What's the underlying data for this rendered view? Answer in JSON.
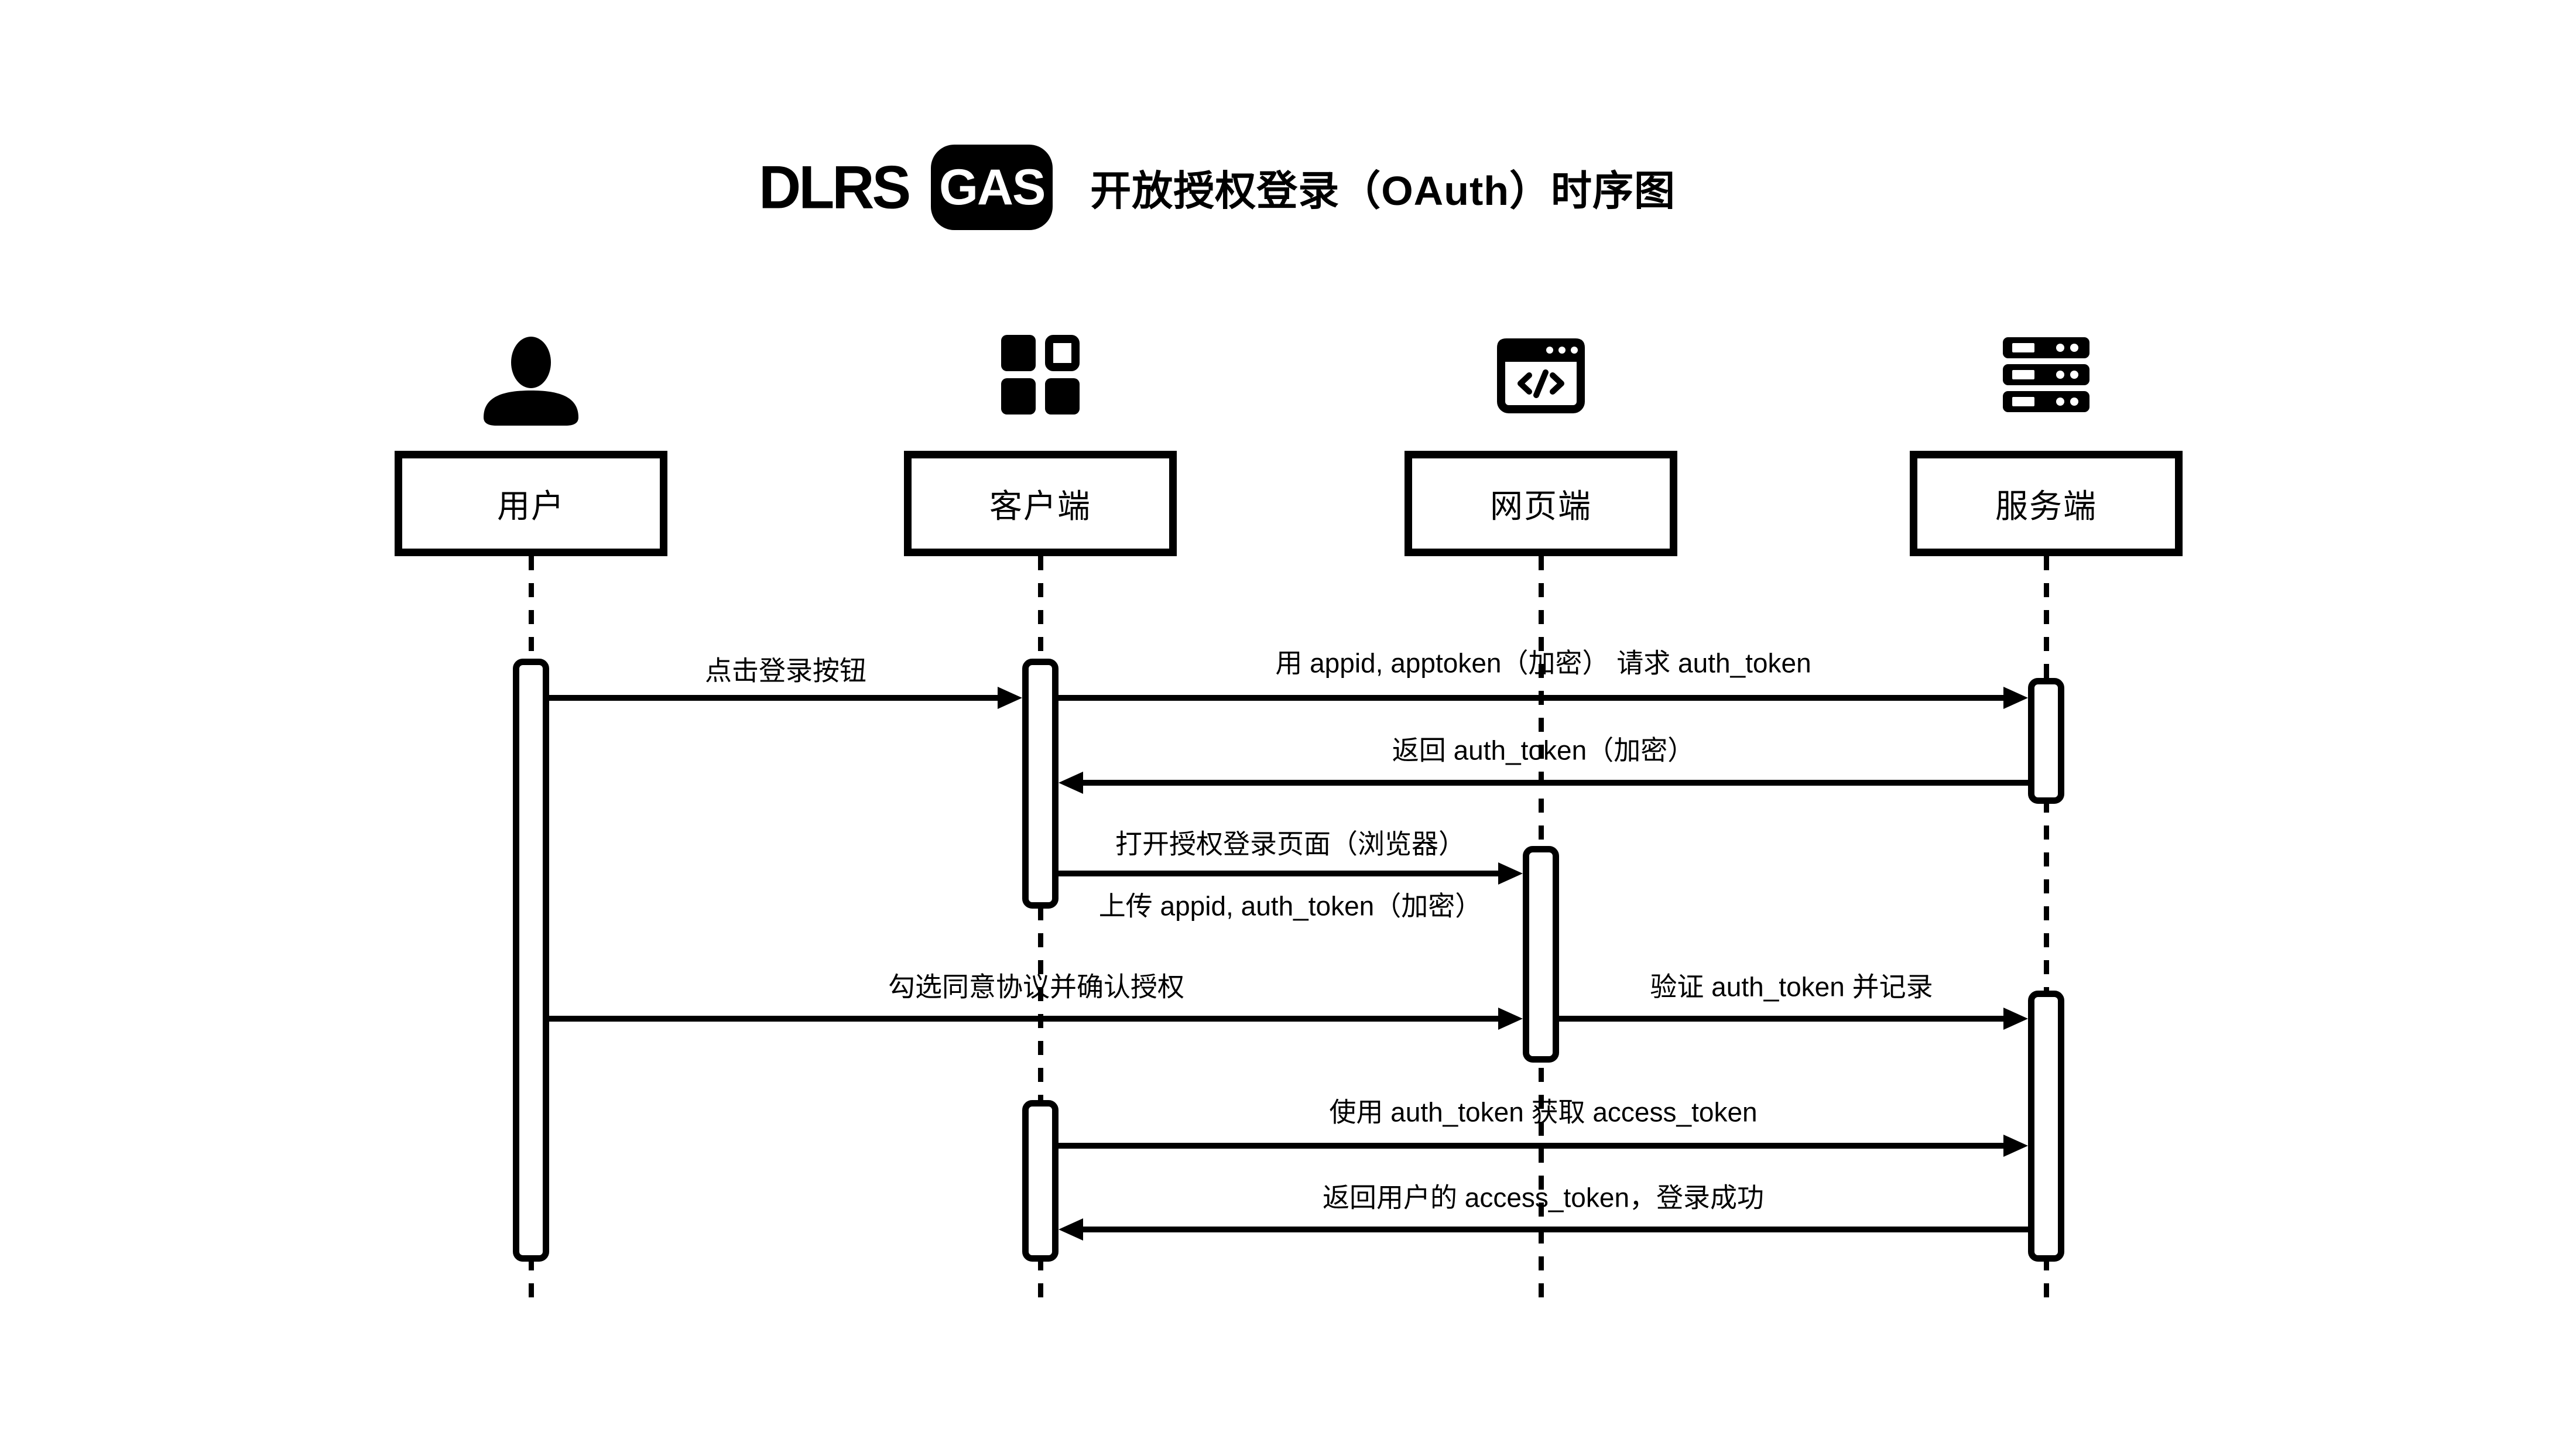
{
  "title": {
    "brand": "DLRS",
    "badge": "GAS",
    "heading": "开放授权登录（OAuth）时序图"
  },
  "actors": [
    {
      "id": "user",
      "label": "用户",
      "icon": "person-icon"
    },
    {
      "id": "client",
      "label": "客户端",
      "icon": "app-grid-icon"
    },
    {
      "id": "web",
      "label": "网页端",
      "icon": "browser-code-icon"
    },
    {
      "id": "server",
      "label": "服务端",
      "icon": "server-rack-icon"
    }
  ],
  "messages": [
    {
      "from": "用户",
      "to": "客户端",
      "direction": "right",
      "label": "点击登录按钮"
    },
    {
      "from": "客户端",
      "to": "服务端",
      "direction": "right",
      "label": "用 appid, apptoken（加密） 请求 auth_token"
    },
    {
      "from": "服务端",
      "to": "客户端",
      "direction": "left",
      "label": "返回 auth_token（加密）"
    },
    {
      "from": "客户端",
      "to": "网页端",
      "direction": "right",
      "label": "打开授权登录页面（浏览器）",
      "label_below": "上传 appid, auth_token（加密）"
    },
    {
      "from": "用户",
      "to": "网页端",
      "direction": "right",
      "label": "勾选同意协议并确认授权"
    },
    {
      "from": "网页端",
      "to": "服务端",
      "direction": "right",
      "label": "验证 auth_token 并记录"
    },
    {
      "from": "客户端",
      "to": "服务端",
      "direction": "right",
      "label": "使用 auth_token 获取 access_token"
    },
    {
      "from": "服务端",
      "to": "客户端",
      "direction": "left",
      "label": "返回用户的 access_token，登录成功"
    }
  ],
  "colors": {
    "ink": "#000000",
    "background": "#ffffff"
  }
}
